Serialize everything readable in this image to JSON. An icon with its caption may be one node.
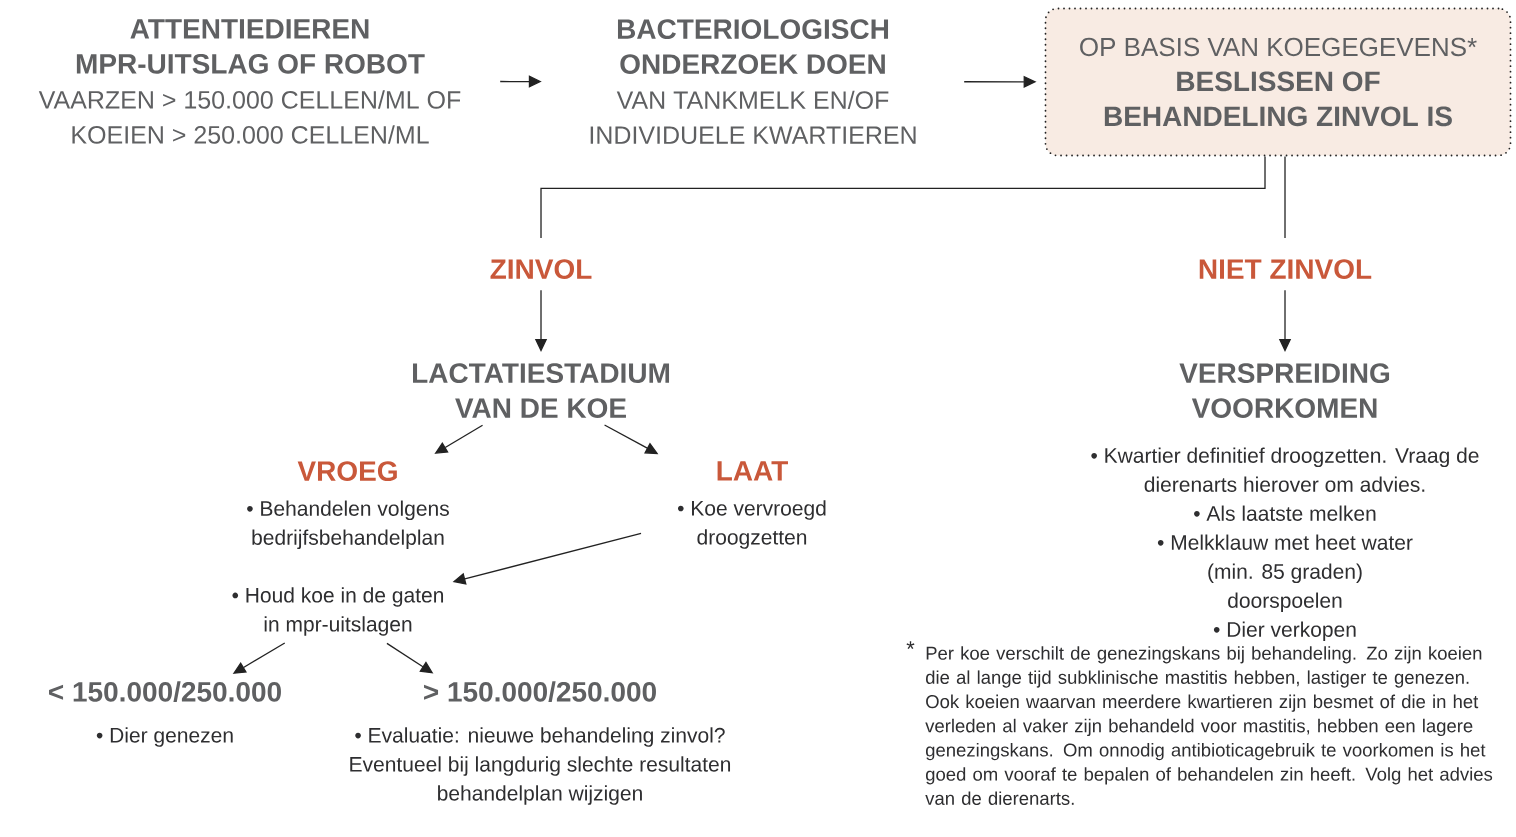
{
  "diagram": {
    "nodes": [
      {
        "text": [
          "ATTENTIEDIEREN MPR-UITSLAG OF ROBOT",
          "VAARZEN > 150.000 CELLEN/ML OF KOEIEN > 250.000 CELLEN/ML"
        ]
      },
      {
        "text": [
          "BACTERIOLOGISCH ONDERZOEK DOEN",
          "VAN TANKMELK EN/OF INDIVIDUELE KWARTIEREN"
        ]
      },
      {
        "text": [
          "OP BASIS VAN KOEGEGEVENS*",
          "BESLISSEN OF BEHANDELING ZINVOL IS"
        ]
      },
      {
        "text": [
          "ZINVOL"
        ]
      },
      {
        "text": [
          "NIET ZINVOL"
        ]
      },
      {
        "text": [
          "LACTATIESTADIUM VAN DE KOE"
        ]
      },
      {
        "text": [
          "VERSPREIDING VOORKOMEN",
          "• Kwartier definitief droogzetten. Vraag de dierenarts hierover om advies.",
          "• Als laatste melken",
          "• Melkklauw met heet water (min. 85 graden) doorspoelen",
          "• Dier verkopen"
        ]
      },
      {
        "text": [
          "VROEG",
          "• Behandelen volgens bedrijfsbehandelplan"
        ]
      },
      {
        "text": [
          "LAAT",
          "• Koe vervroegd droogzetten"
        ]
      },
      {
        "text": [
          "• Houd koe in de gaten in mpr-uitslagen"
        ]
      },
      {
        "text": [
          "< 150.000/250.000",
          "• Dier genezen"
        ]
      },
      {
        "text": [
          "> 150.000/250.000",
          "• Evaluatie: nieuwe behandeling zinvol? Eventueel bij langdurig slechte resultaten behandelplan wijzigen"
        ]
      }
    ],
    "edges": [
      {
        "from": 0,
        "to": 1,
        "arrow": "to"
      },
      {
        "from": 1,
        "to": 2,
        "arrow": "to"
      },
      {
        "from": 2,
        "to": 3,
        "arrow": "none"
      },
      {
        "from": 2,
        "to": 4,
        "arrow": "none"
      },
      {
        "from": 3,
        "to": 5,
        "arrow": "to"
      },
      {
        "from": 4,
        "to": 6,
        "arrow": "to"
      },
      {
        "from": 5,
        "to": 7,
        "arrow": "to"
      },
      {
        "from": 5,
        "to": 8,
        "arrow": "to"
      },
      {
        "from": 8,
        "to": 9,
        "arrow": "to"
      },
      {
        "from": 9,
        "to": 10,
        "arrow": "to"
      },
      {
        "from": 9,
        "to": 11,
        "arrow": "to"
      }
    ],
    "labels": [
      "*",
      "Per koe verschilt de genezingskans bij behandeling. Zo zijn koeien die al lange tijd subklinische mastitis hebben, lastiger te genezen. Ook koeien waarvan meerdere kwartieren zijn besmet of die in het verleden al vaker zijn behandeld voor mastitis, hebben een lagere genezingskans. Om onnodig antibioticagebruik te voorkomen is het goed om vooraf te bepalen of behandelen zin heeft. Volg het advies van de dierenarts."
    ]
  }
}
